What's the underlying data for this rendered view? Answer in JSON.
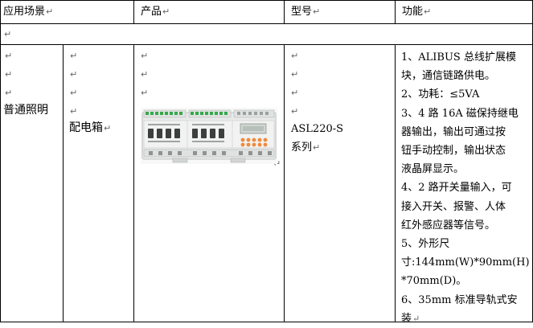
{
  "table": {
    "headers": {
      "scene": "应用场景",
      "product": "产品",
      "model": "型号",
      "function": "功能"
    },
    "para_mark": "↵",
    "row": {
      "scene": "普通照明",
      "location": "配电箱",
      "model_line1": "ASL220-S",
      "model_line2": "系列",
      "features": [
        "1、ALIBUS 总线扩展模",
        "块，通信链路供电。",
        "2、功耗：≤5VA",
        "3、4 路 16A 磁保持继电",
        "器输出，输出可通过按",
        "钮手动控制，输出状态",
        "液晶屏显示。",
        "4、2 路开关量输入，可",
        "接入开关、报警、人体",
        "红外感应器等信号。",
        "5、外形尺",
        "寸:144mm(W)*90mm(H)",
        "*70mm(D)。",
        "6、35mm 标准导轨式安",
        "装"
      ]
    }
  },
  "colors": {
    "border": "#000000",
    "device_body": "#e9ebea",
    "terminal_green": "#35a84a",
    "lcd": "#cfd6d2",
    "button_orange": "#f08a3c"
  },
  "image": {
    "icon": "din-rail-module-photo"
  }
}
